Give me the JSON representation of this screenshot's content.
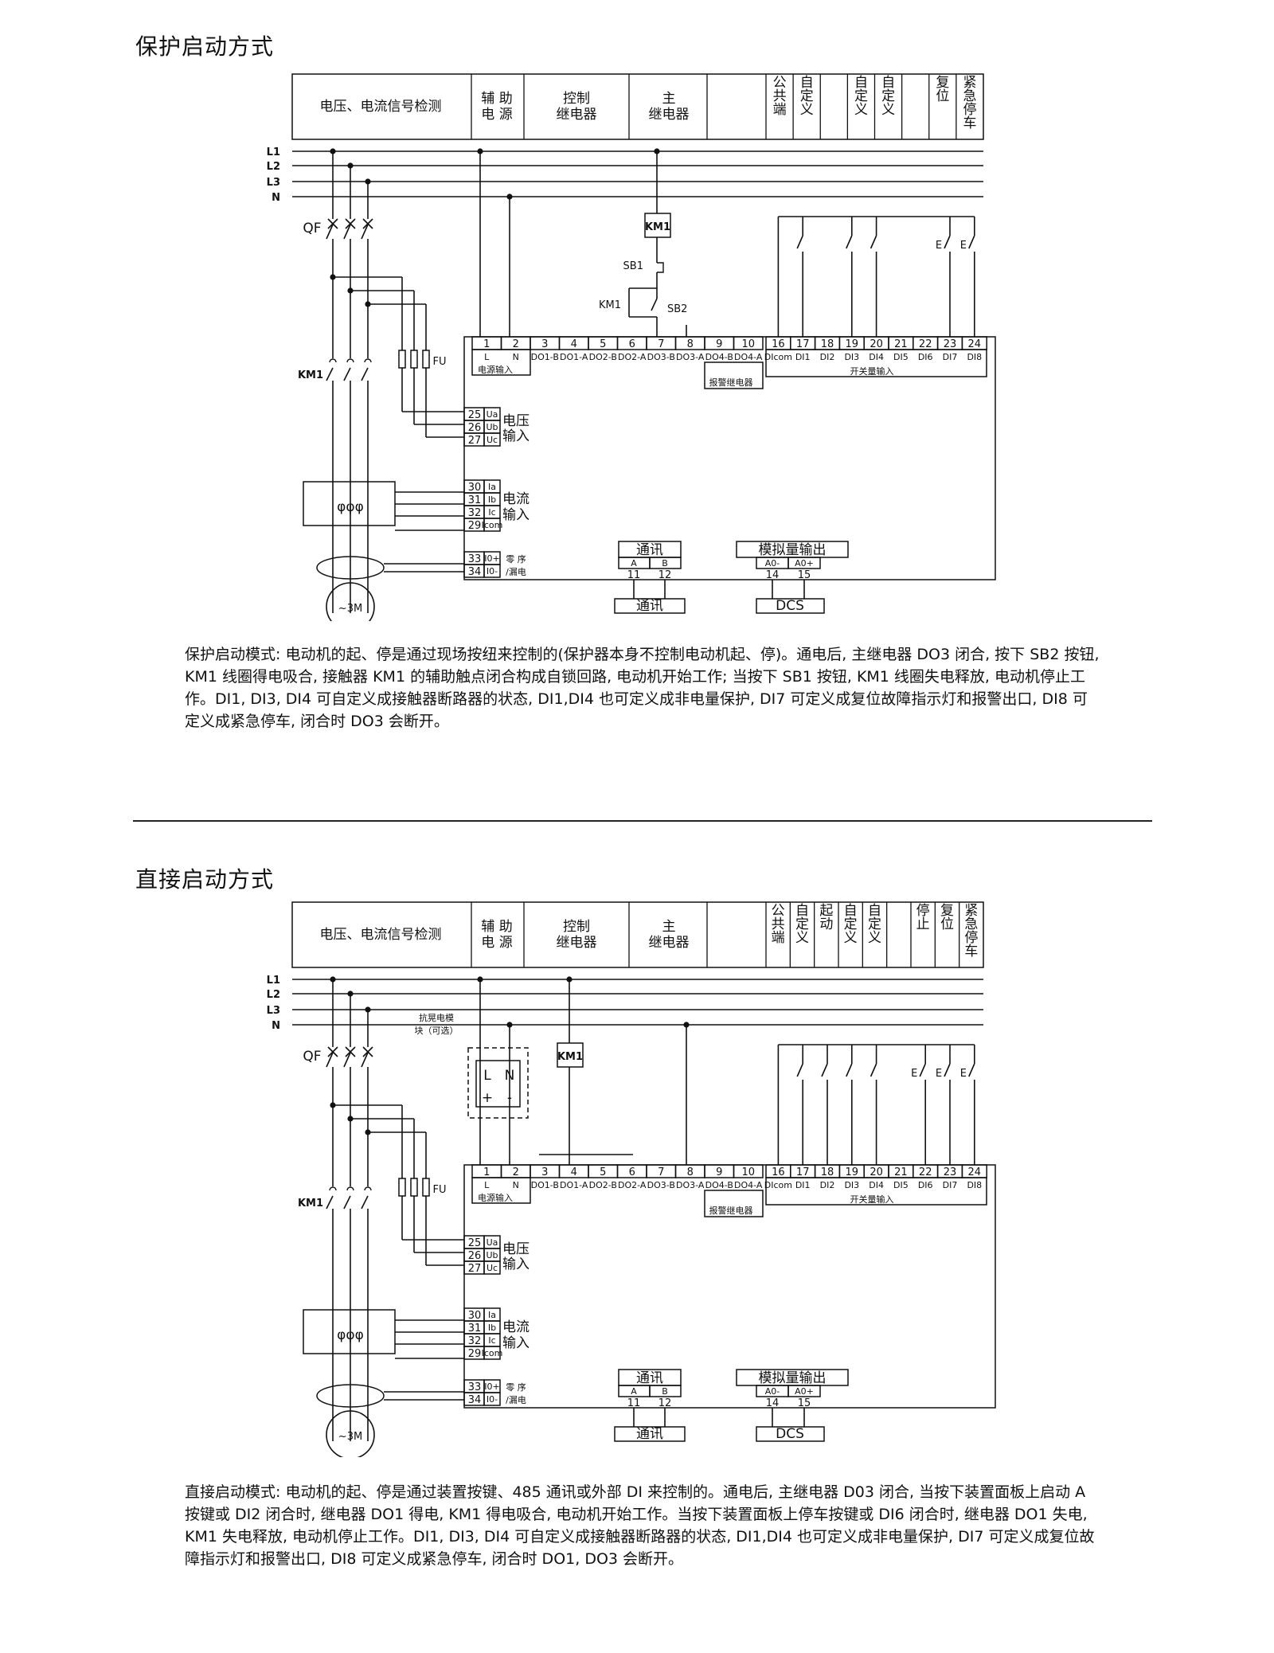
{
  "sections": [
    {
      "heading": "保护启动方式",
      "header_cells": {
        "detect": "电压、电流信号检测",
        "aux_power": [
          "辅 助",
          "电 源"
        ],
        "ctrl_relay": [
          "控制",
          "继电器"
        ],
        "main_relay": [
          "主",
          "继电器"
        ],
        "di_cols": [
          "公共端",
          "自定义",
          "",
          "自定义",
          "自定义",
          "",
          "复位",
          "紧急停车"
        ]
      },
      "description": "保护启动模式: 电动机的起、停是通过现场按纽来控制的(保护器本身不控制电动机起、停)。通电后, 主继电器 DO3 闭合, 按下 SB2 按钮, KM1 线圈得电吸合, 接触器 KM1 的辅助触点闭合构成自锁回路, 电动机开始工作; 当按下 SB1 按钮, KM1 线圈失电释放, 电动机停止工作。DI1, DI3, DI4 可自定义成接触器断路器的状态, DI1,DI4 也可定义成非电量保护, DI7 可定义成复位故障指示灯和报警出口, DI8 可定义成紧急停车, 闭合时 DO3 会断开。"
    },
    {
      "heading": "直接启动方式",
      "header_cells": {
        "detect": "电压、电流信号检测",
        "aux_power": [
          "辅 助",
          "电 源"
        ],
        "ctrl_relay": [
          "控制",
          "继电器"
        ],
        "main_relay": [
          "主",
          "继电器"
        ],
        "di_cols": [
          "公共端",
          "自定义",
          "起动",
          "自定义",
          "自定义",
          "",
          "停止",
          "复位",
          "紧急停车"
        ]
      },
      "module_label": [
        "抗晃电模",
        "块（可选）"
      ],
      "description": "直接启动模式: 电动机的起、停是通过装置按键、485 通讯或外部 DI 来控制的。通电后, 主继电器 D03 闭合, 当按下装置面板上启动 A 按键或 DI2 闭合时, 继电器 DO1 得电, KM1 得电吸合, 电动机开始工作。当按下装置面板上停车按键或 DI6 闭合时, 继电器 DO1 失电, KM1 失电释放, 电动机停止工作。DI1, DI3, DI4 可自定义成接触器断路器的状态, DI1,DI4 也可定义成非电量保护, DI7 可定义成复位故障指示灯和报警出口, DI8 可定义成紧急停车, 闭合时 DO1, DO3 会断开。"
    }
  ],
  "common": {
    "lines": [
      "L1",
      "L2",
      "L3",
      "N"
    ],
    "qf": "QF",
    "km1": "KM1",
    "fu": "FU",
    "sb1": "SB1",
    "sb2": "SB2",
    "motor": "~3M",
    "top_terms": [
      "1",
      "2",
      "3",
      "4",
      "5",
      "6",
      "7",
      "8",
      "9",
      "10",
      "16",
      "17",
      "18",
      "19",
      "20",
      "21",
      "22",
      "23",
      "24"
    ],
    "top_sub": [
      "L",
      "N",
      "DO1-B",
      "DO1-A",
      "DO2-B",
      "DO2-A",
      "DO3-B",
      "DO3-A",
      "DO4-B",
      "DO4-A",
      "DIcom",
      "DI1",
      "DI2",
      "DI3",
      "DI4",
      "DI5",
      "DI6",
      "DI7",
      "DI8"
    ],
    "power_in": "电源输入",
    "alarm_relay": "报警继电器",
    "switch_in": "开关量输入",
    "volt_terms": [
      "25",
      "26",
      "27"
    ],
    "volt_sub": [
      "Ua",
      "Ub",
      "Uc"
    ],
    "volt_in": [
      "电压",
      "输入"
    ],
    "curr_terms": [
      "30",
      "31",
      "32",
      "29"
    ],
    "curr_sub": [
      "Ia",
      "Ib",
      "Ic",
      "Icom"
    ],
    "curr_in": [
      "电流",
      "输入"
    ],
    "zero_terms": [
      "33",
      "34"
    ],
    "zero_sub": [
      "I0+",
      "I0-"
    ],
    "zero_in": [
      "零 序",
      "/漏电"
    ],
    "comm": "通讯",
    "comm_sub": [
      "A",
      "B"
    ],
    "comm_terms": [
      "11",
      "12"
    ],
    "comm_out": "通讯",
    "analog": "模拟量输出",
    "analog_sub": [
      "A0-",
      "A0+"
    ],
    "analog_terms": [
      "14",
      "15"
    ],
    "dcs": "DCS",
    "ct_symbol": "φφφ",
    "module_terms": [
      "L",
      "N",
      "+",
      "-"
    ],
    "switch_tag": "E"
  }
}
